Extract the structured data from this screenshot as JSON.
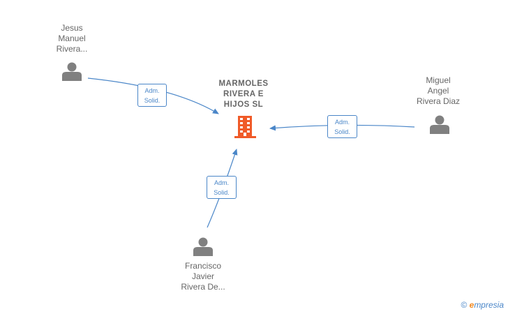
{
  "colors": {
    "edge": "#4a86c8",
    "person": "#808080",
    "company": "#f05a28",
    "text": "#666666"
  },
  "company": {
    "line1": "MARMOLES",
    "line2": "RIVERA E",
    "line3": "HIJOS  SL",
    "icon": "building-icon"
  },
  "persons": [
    {
      "line1": "Jesus",
      "line2": "Manuel",
      "line3": "Rivera...",
      "icon": "person-icon"
    },
    {
      "line1": "Miguel",
      "line2": "Angel",
      "line3": "Rivera Diaz",
      "icon": "person-icon"
    },
    {
      "line1": "Francisco",
      "line2": "Javier",
      "line3": "Rivera De...",
      "icon": "person-icon"
    }
  ],
  "edges": [
    {
      "line1": "Adm.",
      "line2": "Solid."
    },
    {
      "line1": "Adm.",
      "line2": "Solid."
    },
    {
      "line1": "Adm.",
      "line2": "Solid."
    }
  ],
  "watermark": {
    "symbol": "©",
    "brand_first": "e",
    "brand_rest": "mpresia"
  }
}
